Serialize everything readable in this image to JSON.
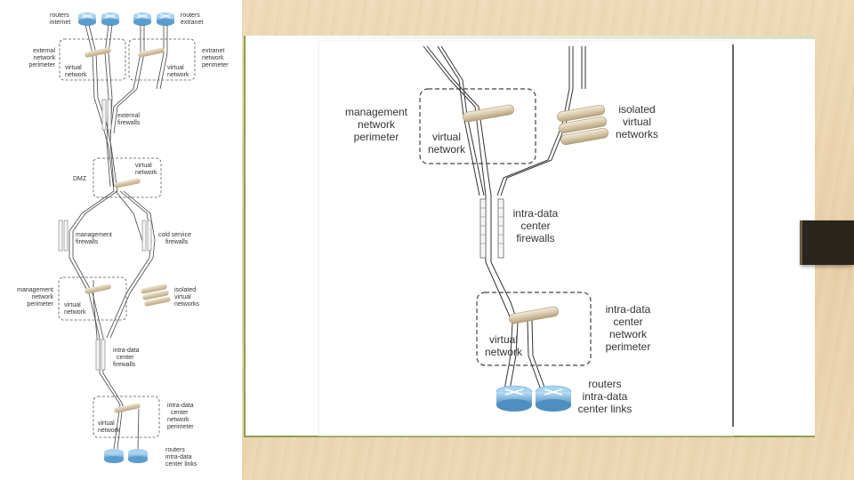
{
  "left_diagram": {
    "labels": {
      "routers_internet": [
        "routers",
        "internet"
      ],
      "routers_extranet": [
        "routers",
        "extranet"
      ],
      "external_perimeter": [
        "external",
        "network",
        "perimeter"
      ],
      "extranet_perimeter": [
        "extranet",
        "network",
        "perimeter"
      ],
      "virtual_network_1": [
        "virtual",
        "network"
      ],
      "virtual_network_2": [
        "virtual",
        "network"
      ],
      "external_firewalls": [
        "external",
        "firewalls"
      ],
      "dmz": "DMZ",
      "dmz_virtual_network": [
        "virtual",
        "network"
      ],
      "management_firewalls": [
        "management",
        "firewalls"
      ],
      "cold_service_firewalls": [
        "cold service",
        "firewalls"
      ],
      "management_perimeter": [
        "management",
        "network",
        "perimeter"
      ],
      "mgmt_virtual_network": [
        "virtual",
        "network"
      ],
      "isolated_virtual_networks": [
        "isolated",
        "virtual",
        "networks"
      ],
      "intra_dc_firewalls": [
        "intra-data",
        "center",
        "firewalls"
      ],
      "intra_dc_perimeter": [
        "intra-data",
        "center",
        "network",
        "perimeter"
      ],
      "intra_dc_virtual_network": [
        "virtual",
        "network"
      ],
      "routers_intra_dc": [
        "routers",
        "intra-data",
        "center links"
      ]
    }
  },
  "right_diagram": {
    "labels": {
      "management_perimeter": [
        "management",
        "network",
        "perimeter"
      ],
      "mgmt_virtual_network": [
        "virtual",
        "network"
      ],
      "isolated_virtual_networks": [
        "isolated",
        "virtual",
        "networks"
      ],
      "intra_dc_firewalls": [
        "intra-data",
        "center",
        "firewalls"
      ],
      "intra_dc_perimeter": [
        "intra-data",
        "center",
        "network",
        "perimeter"
      ],
      "intra_dc_virtual_network": [
        "virtual",
        "network"
      ],
      "routers_intra_dc": [
        "routers",
        "intra-data",
        "center links"
      ]
    }
  },
  "colors": {
    "router_fill": "#8fc3e6",
    "router_dark": "#4f8fbf",
    "pipe_fill": "#d9cbb0",
    "slide_background": "#ecd5b0",
    "accent_border": "#8aa04e",
    "bookmark_tab": "#2b251d"
  }
}
